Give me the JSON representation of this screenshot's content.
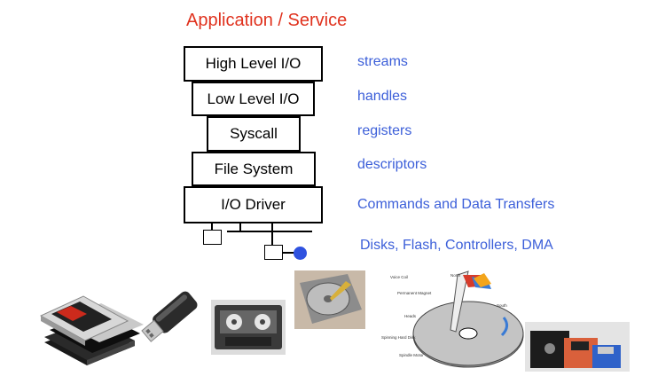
{
  "header": {
    "title": "Application / Service"
  },
  "layers": [
    {
      "name": "High Level I/O",
      "description": "streams"
    },
    {
      "name": "Low Level I/O",
      "description": "handles"
    },
    {
      "name": "Syscall",
      "description": "registers"
    },
    {
      "name": "File System",
      "description": "descriptors"
    },
    {
      "name": "I/O Driver",
      "description": "Commands and Data Transfers"
    }
  ],
  "devices": {
    "label": "Disks, Flash, Controllers, DMA"
  },
  "images": {
    "ssd_drives": "ssd-drives-photo",
    "usb_stick": "usb-flash-drive-photo",
    "cassette": "cassette-tape-photo",
    "hard_disk": "open-hard-disk-photo",
    "hdd_diagram": "hard-disk-diagram",
    "floppies": "floppy-disks-photo"
  },
  "hdd_diagram_labels": {
    "north": "North",
    "voice_coil": "Voice Coil",
    "permanent_magnet": "Permanent Magnet",
    "south": "South",
    "heads": "Heads",
    "spinning_hard_disk": "Spinning Hard Disk",
    "spindle_motor": "Spindle Motor"
  },
  "colors": {
    "title": "#e0321e",
    "labels": "#3c5fd9",
    "device_dot": "#2f52e0"
  }
}
